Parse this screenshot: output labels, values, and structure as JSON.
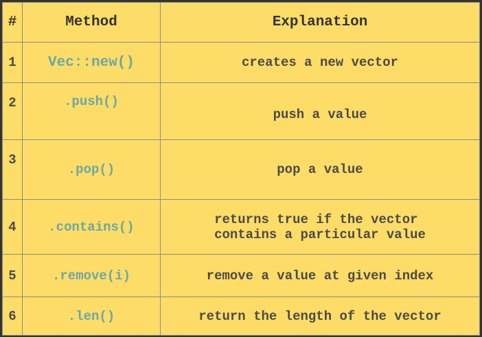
{
  "headers": {
    "num": "#",
    "method": "Method",
    "explanation": "Explanation"
  },
  "rows": [
    {
      "num": "1",
      "method": "Vec::new()",
      "explanation": [
        "creates a new vector"
      ]
    },
    {
      "num": "2",
      "method": ".push()",
      "explanation": [
        "push a value"
      ]
    },
    {
      "num": "3",
      "method": ".pop()",
      "explanation": [
        "pop a value"
      ]
    },
    {
      "num": "4",
      "method": ".contains()",
      "explanation": [
        "returns true if the vector",
        "contains a particular value"
      ]
    },
    {
      "num": "5",
      "method": ".remove(i)",
      "explanation": [
        "remove a value at given index"
      ]
    },
    {
      "num": "6",
      "method": ".len()",
      "explanation": [
        "return the length of the vector"
      ]
    }
  ],
  "colors": {
    "background": "#fddc67",
    "frame": "#333333",
    "method_text": "#6aa8a8",
    "body_text": "#4a4a4a",
    "grid": "#8c8c8c"
  }
}
